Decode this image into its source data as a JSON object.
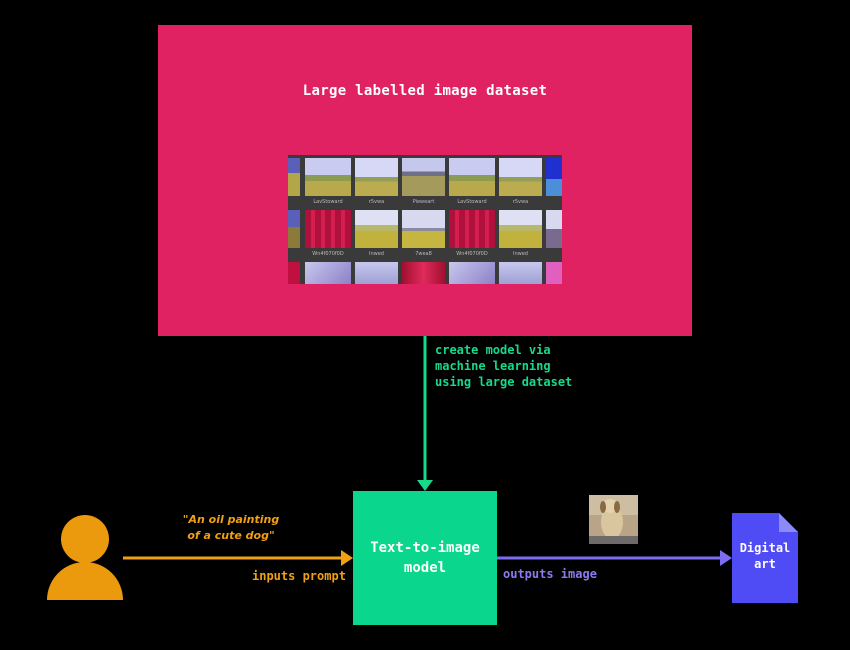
{
  "dataset": {
    "title": "Large labelled image dataset",
    "captions": [
      "LavStoward",
      "r5vwa",
      "Pieweart",
      "LavStoward",
      "r5vwa",
      "Wn4f070f0D",
      "Inwed",
      "7wea8",
      "Wn4f070f0D",
      "Inwed"
    ]
  },
  "training_label": "create model via\nmachine learning\nusing large dataset",
  "model": {
    "label_line1": "Text-to-image",
    "label_line2": "model"
  },
  "prompt": {
    "line1": "\"An oil painting",
    "line2": "of a cute dog\""
  },
  "inputs_label": "inputs prompt",
  "outputs_label": "outputs image",
  "output_doc": {
    "line1": "Digital",
    "line2": "art"
  },
  "icons": [
    "user-icon",
    "dog-image-thumbnail",
    "document-icon",
    "arrow-icon"
  ],
  "colors": {
    "dataset_box": "#e02262",
    "model_box": "#0ad68d",
    "user": "#ec9a0d",
    "input_arrow": "#f0a012",
    "output_arrow": "#7b6cf0",
    "training_arrow": "#17d98a",
    "doc": "#4f4cf5"
  }
}
